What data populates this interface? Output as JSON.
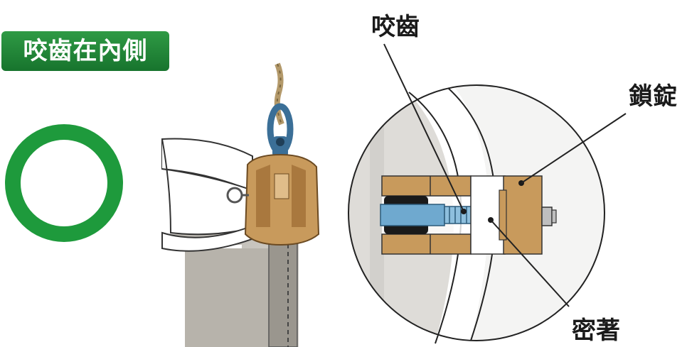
{
  "title": "咬齒在內側",
  "labels": {
    "jaw": "咬齒",
    "lock": "鎖錠",
    "contact": "密著"
  },
  "colors": {
    "badge_green": "#1e8a38",
    "ring_green": "#1e9a3c",
    "clamp_tan": "#c89a5c",
    "pipe_blue": "#6fa9cf",
    "sheet_gray": "#a8a49c",
    "hook_blue": "#3b6f97"
  }
}
